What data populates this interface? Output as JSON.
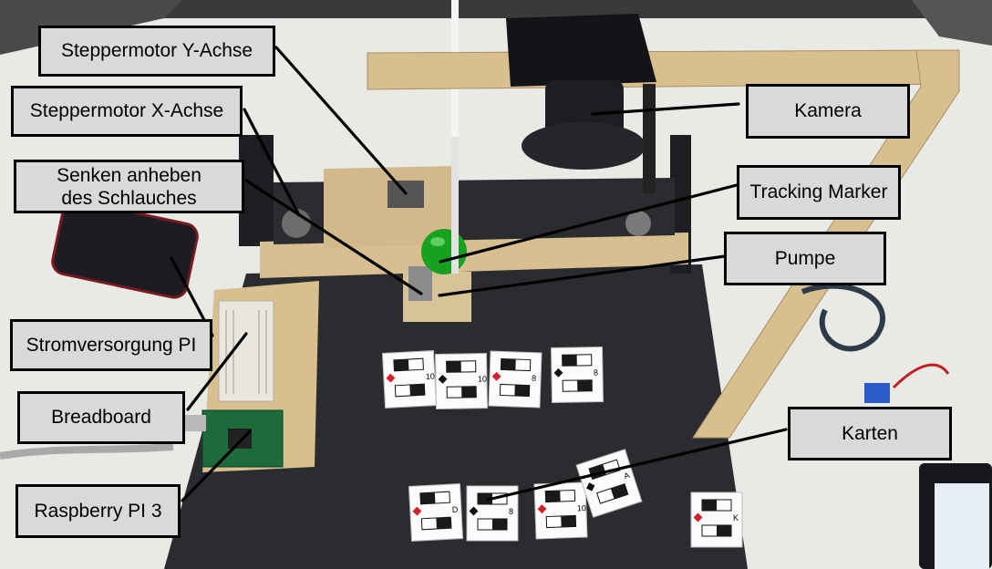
{
  "labels": {
    "stepper_y": "Steppermotor Y-Achse",
    "stepper_x": "Steppermotor X-Achse",
    "hose_line1": "Senken anheben",
    "hose_line2": "des Schlauches",
    "power_supply": "Stromversorgung PI",
    "breadboard": "Breadboard",
    "raspberry": "Raspberry PI 3",
    "camera": "Kamera",
    "tracking_marker": "Tracking Marker",
    "pump": "Pumpe",
    "cards": "Karten"
  },
  "cards": {
    "top_row": [
      "10",
      "10",
      "8",
      "8"
    ],
    "bottom_row": [
      "D",
      "8",
      "10",
      "A",
      "K"
    ]
  },
  "colors": {
    "table": "#e9e9e6",
    "mat": "#2b2c30",
    "wood": "#d8bf92",
    "marker": "#18a020",
    "label_fill": "#d9d9d9",
    "card_red": "#d4202a"
  }
}
